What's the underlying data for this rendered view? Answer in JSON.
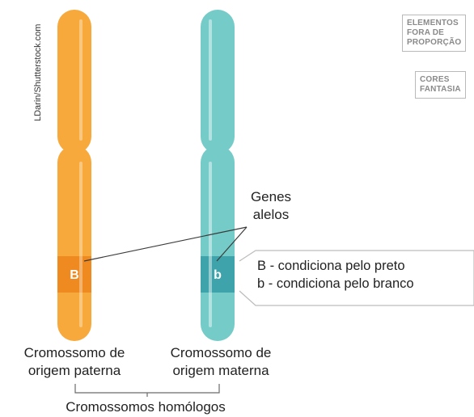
{
  "credit": "LDarin/Shutterstock.com",
  "badges": {
    "proportion": [
      "ELEMENTOS",
      "FORA DE",
      "PROPORÇÃO"
    ],
    "colors": [
      "CORES",
      "FANTASIA"
    ]
  },
  "chromosomes": {
    "paternal": {
      "color": "#f7a93b",
      "band_color": "#ee8a1f",
      "allele": "B",
      "label": [
        "Cromossomo de",
        "origem paterna"
      ]
    },
    "maternal": {
      "color": "#74cbc8",
      "band_color": "#3ea3aa",
      "allele": "b",
      "label": [
        "Cromossomo de",
        "origem materna"
      ]
    }
  },
  "alleles_label": [
    "Genes",
    "alelos"
  ],
  "legend": [
    "B - condiciona pelo preto",
    "b - condiciona pelo branco"
  ],
  "homologs_label": "Cromossomos homólogos"
}
